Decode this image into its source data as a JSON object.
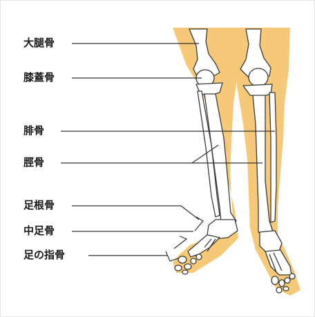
{
  "labels": {
    "femur": "大腿骨",
    "patella": "膝蓋骨",
    "fibula": "腓骨",
    "tibia": "脛骨",
    "tarsals": "足根骨",
    "metatarsals": "中足骨",
    "phalanges": "足の指骨"
  },
  "colors": {
    "skin": "#f5c978",
    "bone_fill": "#ffffff",
    "bone_stroke": "#3a3a3a",
    "leader_line": "#333333",
    "text": "#1a1a1a"
  }
}
